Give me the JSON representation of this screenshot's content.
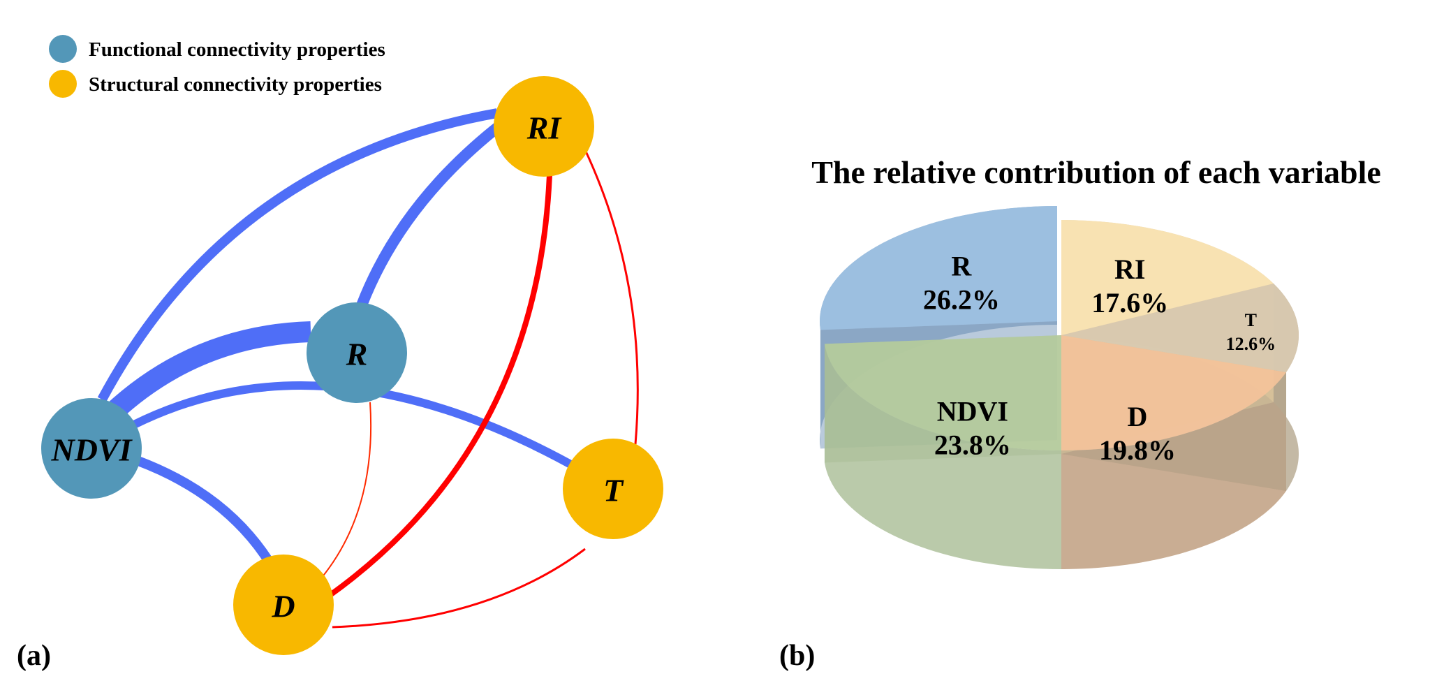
{
  "legend": {
    "functional": {
      "label": "Functional connectivity properties",
      "color": "#5397b8"
    },
    "structural": {
      "label": "Structural connectivity properties",
      "color": "#f8b800"
    }
  },
  "network": {
    "nodes": [
      {
        "id": "NDVI",
        "label": "NDVI",
        "type": "functional"
      },
      {
        "id": "R",
        "label": "R",
        "type": "functional"
      },
      {
        "id": "RI",
        "label": "RI",
        "type": "structural"
      },
      {
        "id": "T",
        "label": "T",
        "type": "structural"
      },
      {
        "id": "D",
        "label": "D",
        "type": "structural"
      }
    ],
    "edges": [
      {
        "from": "NDVI",
        "to": "RI",
        "sign": "positive",
        "strength": "strong"
      },
      {
        "from": "R",
        "to": "RI",
        "sign": "positive",
        "strength": "strong"
      },
      {
        "from": "NDVI",
        "to": "R",
        "sign": "positive",
        "strength": "strongest"
      },
      {
        "from": "NDVI",
        "to": "T",
        "sign": "positive",
        "strength": "medium"
      },
      {
        "from": "NDVI",
        "to": "D",
        "sign": "positive",
        "strength": "strong"
      },
      {
        "from": "RI",
        "to": "D",
        "sign": "negative",
        "strength": "medium"
      },
      {
        "from": "RI",
        "to": "T",
        "sign": "negative",
        "strength": "weak"
      },
      {
        "from": "R",
        "to": "D",
        "sign": "negative",
        "strength": "weak"
      },
      {
        "from": "D",
        "to": "T",
        "sign": "negative",
        "strength": "weak"
      }
    ],
    "colors": {
      "positive": "#4f6ef7",
      "negative": "#ff0000"
    }
  },
  "panels": {
    "a": "(a)",
    "b": "(b)"
  },
  "chart_data": {
    "type": "pie",
    "title": "The relative contribution of each variable",
    "categories": [
      "R",
      "NDVI",
      "D",
      "T",
      "RI"
    ],
    "values": [
      26.2,
      23.8,
      19.8,
      12.6,
      17.6
    ],
    "labels": [
      "26.2%",
      "23.8%",
      "19.8%",
      "12.6%",
      "17.6%"
    ],
    "colors": [
      "#9cc0e2",
      "#b5cb9c",
      "#f5c39a",
      "#d9cab0",
      "#fbe3b2"
    ],
    "side_colors": [
      "#7f9fbf",
      "#a9bd95",
      "#bb9878",
      "#b5a88f",
      "#d8c39a"
    ],
    "style": "3d"
  }
}
